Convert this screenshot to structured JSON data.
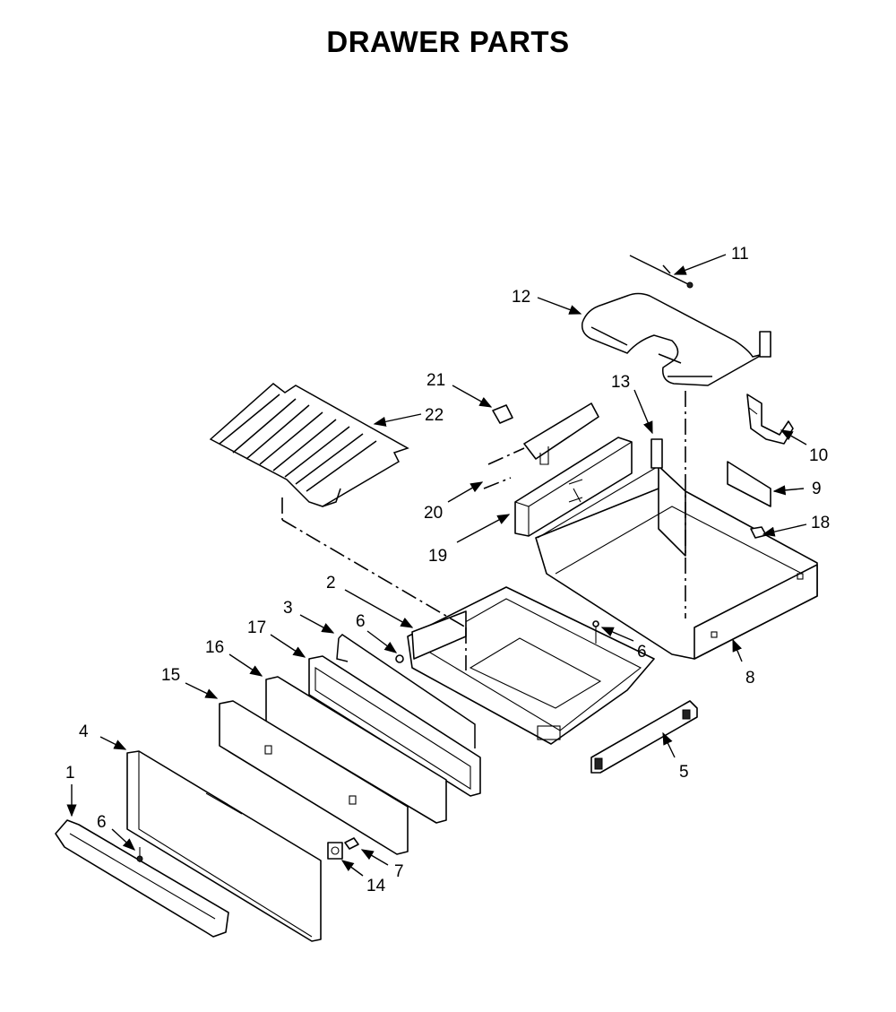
{
  "title": "DRAWER PARTS",
  "callouts": {
    "c1": "1",
    "c2": "2",
    "c3": "3",
    "c4": "4",
    "c5": "5",
    "c6a": "6",
    "c6b": "6",
    "c6c": "6",
    "c7": "7",
    "c8": "8",
    "c9": "9",
    "c10": "10",
    "c11": "11",
    "c12": "12",
    "c13": "13",
    "c14": "14",
    "c15": "15",
    "c16": "16",
    "c17": "17",
    "c18": "18",
    "c19": "19",
    "c20": "20",
    "c21": "21",
    "c22": "22"
  }
}
